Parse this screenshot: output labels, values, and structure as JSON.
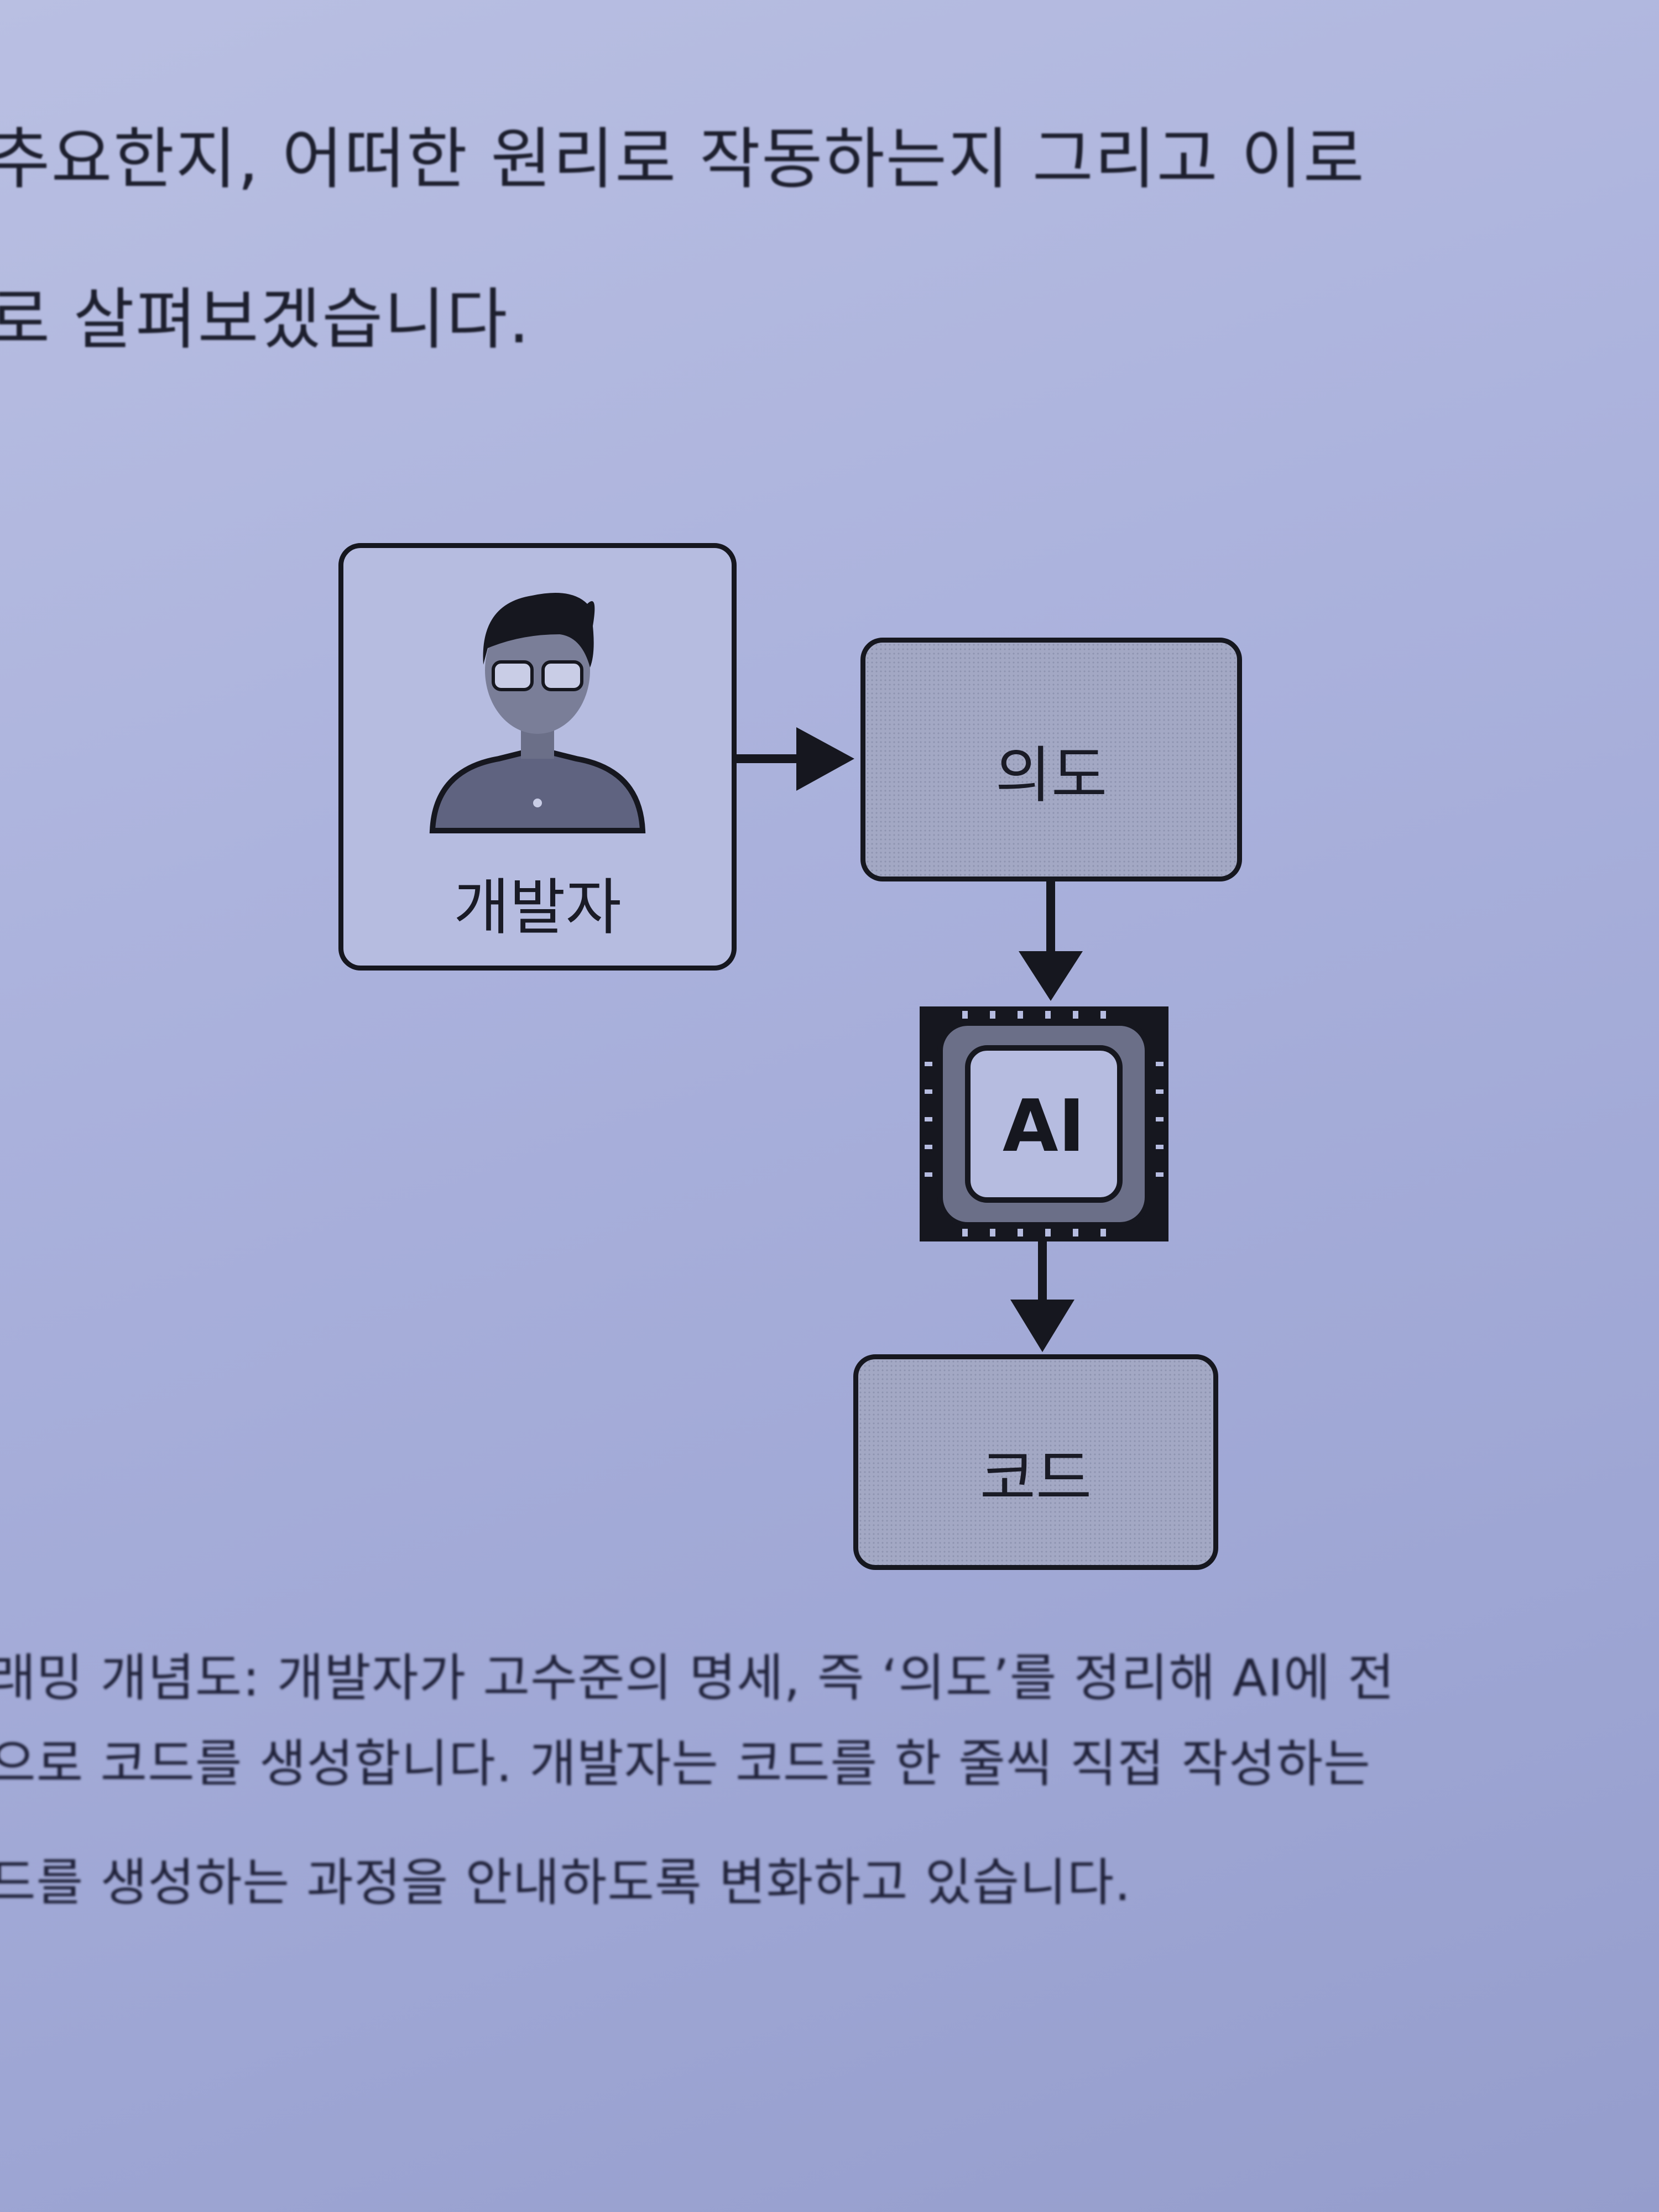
{
  "body_text": {
    "lines": [
      "추요한지, 어떠한 원리로 작동하는지 그리고 이로",
      "로 살펴보겠습니다."
    ]
  },
  "diagram": {
    "developer_label": "개발자",
    "intent_label": "의도",
    "ai_label": "AI",
    "code_label": "코드"
  },
  "caption": {
    "lines": [
      "래밍 개념도: 개발자가 고수준의 명세, 즉 ‘의도’를 정리해 AI에 전",
      "으로 코드를 생성합니다. 개발자는 코드를 한 줄씩 직접 작성하는",
      "드를 생성하는 과정을 안내하도록 변화하고 있습니다."
    ]
  }
}
